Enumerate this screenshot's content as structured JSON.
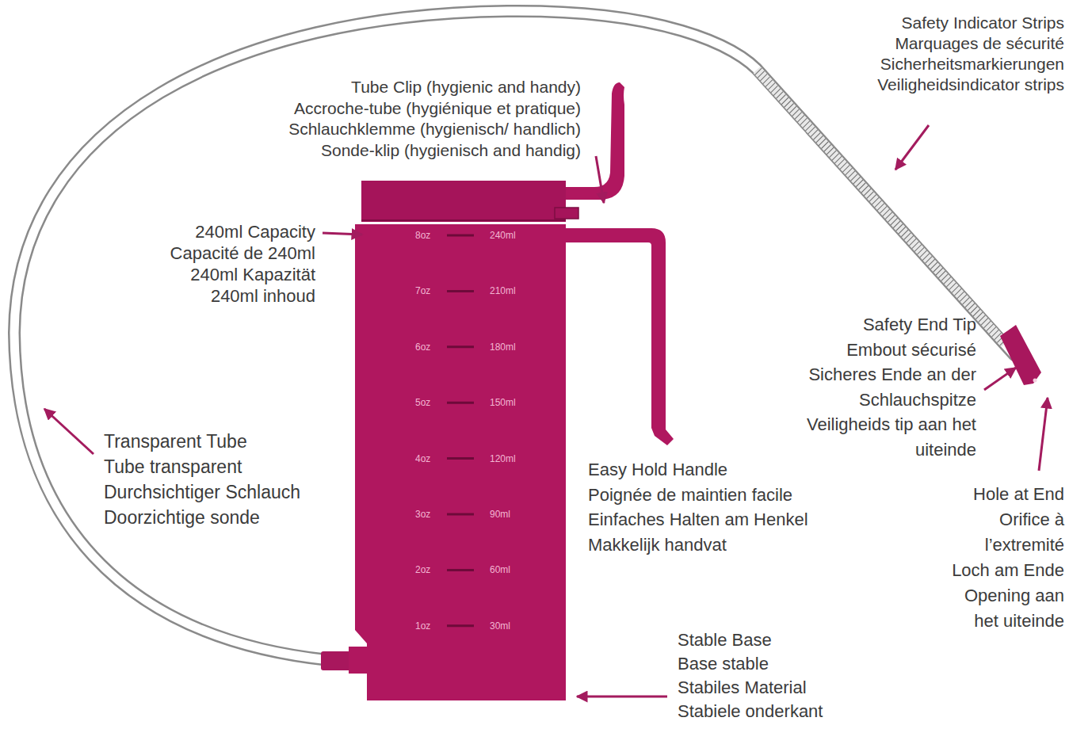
{
  "diagram": {
    "labels": [
      "Safety Indicator Strips",
      "Marquages de sécurité",
      "Sicherheitsmarkierungen",
      "Veiligheidsindicator strips",
      "Tube Clip (hygienic and handy)",
      "Accroche-tube (hygiénique et pratique)",
      "Schlauchklemme (hygienisch/ handlich)",
      "Sonde-klip (hygienisch and handig)",
      "240ml Capacity",
      "Capacité de 240ml",
      "240ml Kapazität",
      "240ml inhoud",
      "8oz",
      "240ml",
      "7oz",
      "210ml",
      "6oz",
      "180ml",
      "5oz",
      "150ml",
      "4oz",
      "120ml",
      "3oz",
      "90ml",
      "2oz",
      "60ml",
      "1oz",
      "30ml",
      "Safety End Tip",
      "Embout sécurisé",
      "Sicheres Ende an der Schlauchspitze",
      "Veiligheids tip aan het uiteinde",
      "Transparent Tube",
      "Tube transparent",
      "Durchsichtiger Schlauch",
      "Doorzichtige sonde",
      "Easy Hold Handle",
      "Poignée de maintien facile",
      "Einfaches Halten am Henkel",
      "Makkelijk handvat",
      "Hole at End",
      "Orifice à l’extremité",
      "Loch am Ende",
      "Opening aan het uiteinde",
      "Stable Base",
      "Base stable",
      "Stabiles Material",
      "Stabiele onderkant"
    ]
  }
}
